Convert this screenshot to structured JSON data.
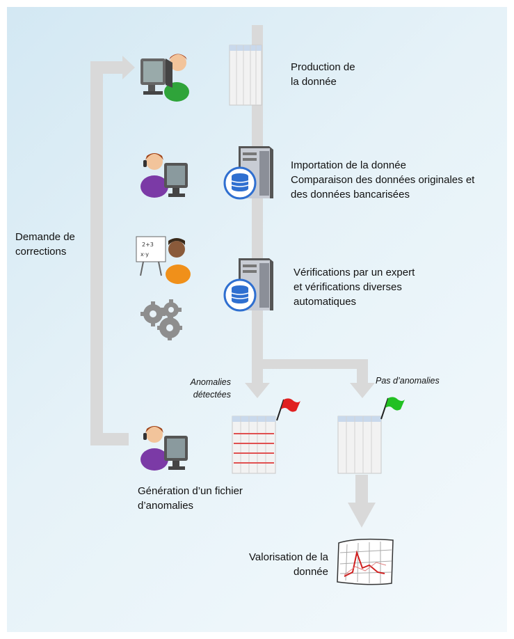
{
  "steps": {
    "production": "Production de\nla donnée",
    "importation": "Importation de la donnée\nComparaison des données originales et\ndes données bancarisées",
    "verification": "Vérifications par un expert\net vérifications diverses\nautomatiques",
    "generation": "Génération d’un fichier\nd’anomalies",
    "valorisation": "Valorisation de la\ndonnée"
  },
  "branches": {
    "anomalies": "Anomalies\ndétectées",
    "no_anomalies": "Pas d’anomalies"
  },
  "feedback": {
    "label": "Demande de\ncorrections"
  },
  "colors": {
    "background": "#dfeff7",
    "arrow": "#d9d9d9",
    "flag_error": "#e02020",
    "flag_ok": "#22c022",
    "server_disk": "#2f6fd0"
  },
  "icons": [
    "person-computer-icon",
    "spreadsheet-icon",
    "headset-operator-icon",
    "database-server-icon",
    "teacher-expert-icon",
    "gears-icon",
    "red-flag-icon",
    "green-flag-icon",
    "chart-document-icon"
  ]
}
